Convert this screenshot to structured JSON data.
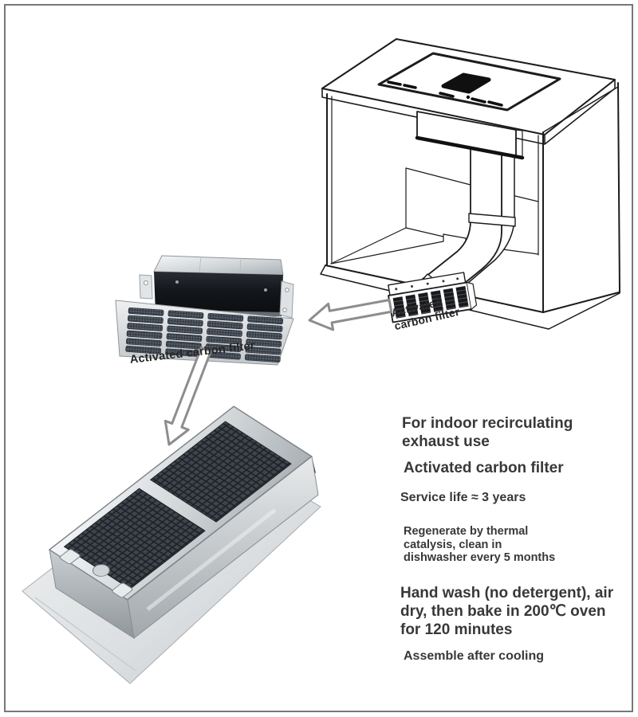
{
  "page": {
    "background": "#ffffff",
    "frame_border_color": "#777777",
    "line_color": "#1c1c1c",
    "arrow_outline_color": "#8d8d8d"
  },
  "cabinet_diagram": {
    "description": "line drawing of cabinet with downdraft hob and duct to plinth grille",
    "duct_filter_label": {
      "line1": "Activated",
      "line2": "carbon filter"
    }
  },
  "small_filter_photo": {
    "caption": "Activated carbon filter"
  },
  "icons": {
    "arrow_left": "outline-arrow-left",
    "arrow_down": "outline-arrow-down"
  },
  "info_panel": {
    "text_color": "#383838",
    "blocks": [
      {
        "lines": [
          "For indoor recirculating",
          "exhaust use"
        ]
      },
      {
        "lines": [
          "Activated carbon filter"
        ]
      },
      {
        "lines": [
          "Service life ≈ 3 years"
        ]
      },
      {
        "lines": [
          "Regenerate by thermal",
          "catalysis, clean in",
          "dishwasher every 5 months"
        ]
      },
      {
        "lines": [
          "Hand wash (no detergent), air",
          "dry, then bake in 200℃ oven",
          "for 120 minutes"
        ]
      },
      {
        "lines": [
          "Assemble after cooling"
        ]
      }
    ]
  }
}
